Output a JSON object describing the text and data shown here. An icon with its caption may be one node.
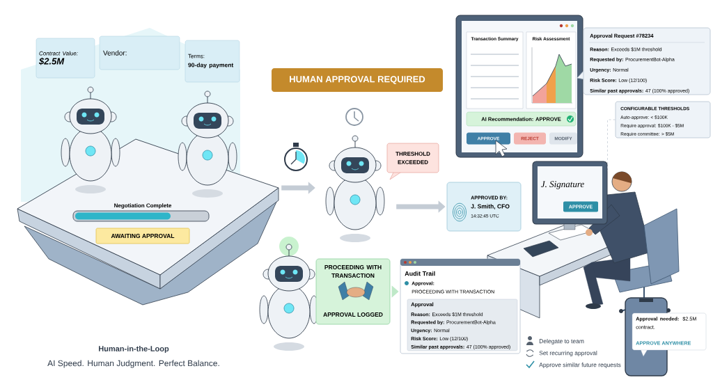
{
  "diagram": {
    "nodes": [
      {
        "text": [
          "Negotiation Complete"
        ]
      },
      {
        "text": [
          "Contract Value:",
          "$2.5M"
        ],
        "in": 0
      },
      {
        "text": [
          "Vendor:"
        ],
        "in": 0
      },
      {
        "text": [
          "Terms:",
          "90-day payment"
        ],
        "in": 0
      },
      {
        "text": [
          "AWAITING APPROVAL"
        ]
      },
      {
        "text": [
          "HUMAN APPROVAL REQUIRED"
        ]
      },
      {
        "text": [],
        "shape": "picture"
      },
      {
        "text": [
          "THRESHOLD EXCEEDED"
        ]
      },
      {
        "text": [
          "Transaction Summary",
          "Risk Assessment",
          "AI Recommendation: APPROVE",
          "APPROVE",
          "REJECT",
          "MODIFY"
        ]
      },
      {
        "text": [
          "Approval Request #78234",
          "**Reason:** Exceeds $1M threshold",
          "**Requested by:** ProcurementBot-Alpha",
          "**Urgency:** Normal",
          "**Risk Score:** Low (12/100)",
          "**Similar past approvals:** 47 (100% approved)"
        ]
      },
      {
        "text": [
          "APPROVED BY:",
          "J. Smith, CFO",
          "14:32:45 UTC"
        ]
      },
      {
        "text": [
          "CONFIGURABLE THRESHOLDS",
          "Auto-approve: < $100K",
          "Require approval: $100K - $5M",
          "Require committee: > $5M"
        ]
      },
      {
        "text": [
          "J. Signature",
          "APPROVE"
        ]
      },
      {
        "text": [
          "PROCEEDING WITH TRANSACTION",
          "APPROVAL LOGGED"
        ]
      },
      {
        "text": [
          "Audit Trail",
          "Approval:",
          "PROCEEDING WITH TRANSACTION"
        ]
      },
      {
        "text": [
          "Approval",
          "**Reason:** Exceeds $1M threshold",
          "**Requested by:** ProcurementBot-Alpha",
          "**Urgency:** Normal",
          "**Risk Score:** Low (12/100)",
          "**Similar past approvals:** 47 (100% approved)"
        ],
        "in": 14
      },
      {
        "text": [
          "**Approval needed:** $2.5M contract.",
          "APPROVE ANYWHERE"
        ]
      }
    ],
    "edges": [
      {
        "from": 0,
        "to": 6,
        "arrow": "to"
      },
      {
        "from": 6,
        "to": 10,
        "arrow": "to"
      },
      {
        "from": 11,
        "to": 12,
        "arrow": "none",
        "style": "dashed"
      },
      {
        "from": 13,
        "to": 14,
        "arrow": "to",
        "color": "#bfe9c8"
      }
    ],
    "labels": [
      "Delegate to team",
      "Set recurring approval",
      "Approve similar future requests",
      "Human-in-the-Loop",
      "AI Speed. Human Judgment. Perfect Balance."
    ]
  }
}
